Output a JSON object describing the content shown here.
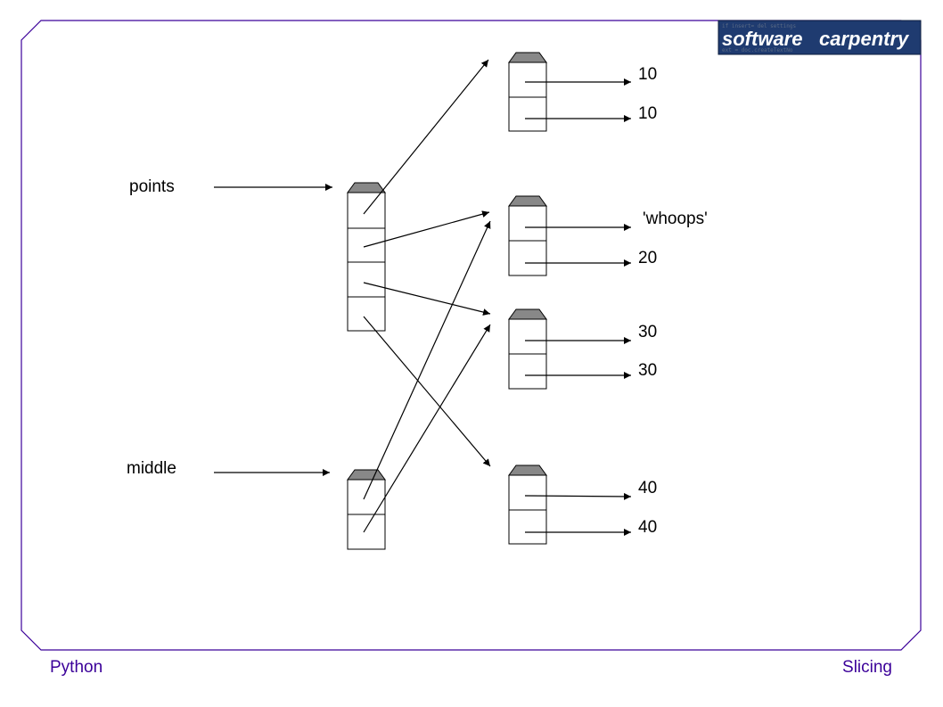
{
  "footer": {
    "left": "Python",
    "right": "Slicing"
  },
  "logo": {
    "word1": "software",
    "word2": "carpentry"
  },
  "labels": {
    "points": "points",
    "middle": "middle",
    "v1": "10",
    "v2": "10",
    "v3": "'whoops'",
    "v4": "20",
    "v5": "30",
    "v6": "30",
    "v7": "40",
    "v8": "40"
  },
  "colors": {
    "frame": "#3b0099",
    "logo_bg": "#1f3b70",
    "cap": "#888888"
  }
}
